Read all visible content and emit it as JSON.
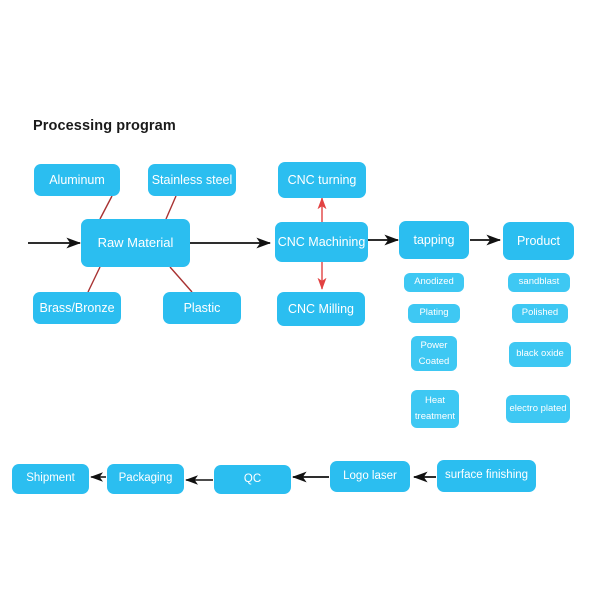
{
  "diagram": {
    "title": "Processing program",
    "colors": {
      "node_fill": "#2bbef0",
      "node_fill_light": "#3ec8f3",
      "node_text": "#ffffff",
      "title_text": "#1a1a1a",
      "arrow_black": "#111111",
      "connector_red": "#a83232",
      "arrow_red": "#e24242",
      "background": "#ffffff"
    },
    "materials": {
      "hub": "Raw Material",
      "items": [
        {
          "label": "Aluminum"
        },
        {
          "label": "Stainless steel"
        },
        {
          "label": "Brass/Bronze"
        },
        {
          "label": "Plastic"
        }
      ]
    },
    "machining": {
      "hub": "CNC Machining",
      "above": "CNC turning",
      "below": "CNC  Milling"
    },
    "tapping": {
      "hub": "tapping",
      "options": [
        {
          "label": "Anodized"
        },
        {
          "label": "Plating"
        },
        {
          "label": "Power Coated",
          "line1": "Power",
          "line2": "Coated"
        },
        {
          "label": "Heat treatment",
          "line1": "Heat",
          "line2": "treatment"
        }
      ]
    },
    "product": {
      "hub": "Product",
      "options": [
        {
          "label": "sandblast"
        },
        {
          "label": "Polished"
        },
        {
          "label": "black oxide"
        },
        {
          "label": "electro plated"
        }
      ]
    },
    "finishing_chain": [
      {
        "label": "surface finishing"
      },
      {
        "label": "Logo laser"
      },
      {
        "label": "QC"
      },
      {
        "label": "Packaging"
      },
      {
        "label": "Shipment"
      }
    ]
  }
}
